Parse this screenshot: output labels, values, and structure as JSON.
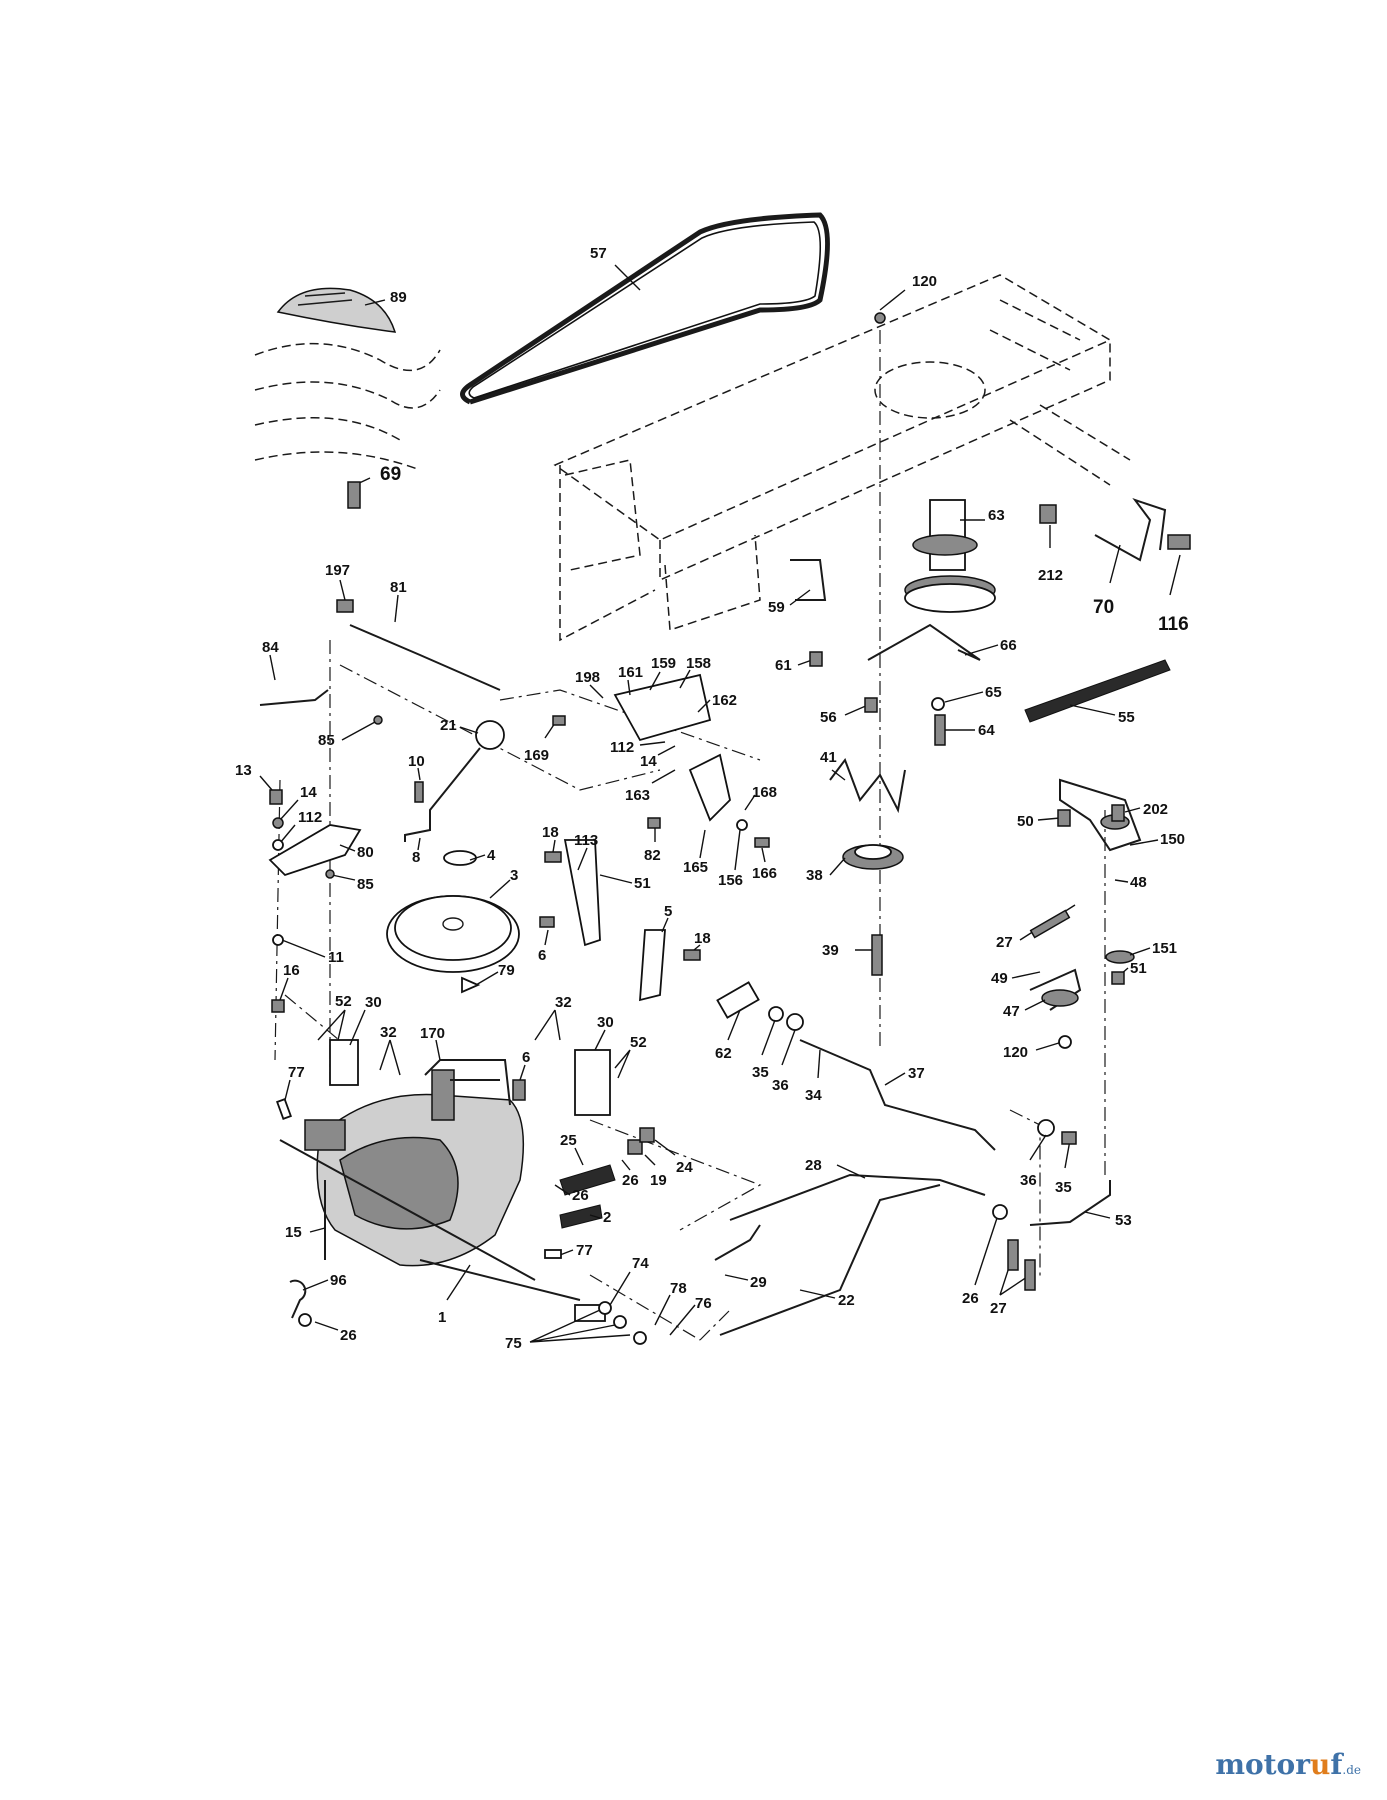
{
  "diagram": {
    "part_labels": [
      "57",
      "120",
      "89",
      "69",
      "63",
      "212",
      "70",
      "116",
      "197",
      "81",
      "59",
      "66",
      "84",
      "61",
      "55",
      "198",
      "161",
      "159",
      "158",
      "56",
      "65",
      "162",
      "21",
      "10",
      "85",
      "64",
      "112",
      "14",
      "169",
      "41",
      "13",
      "14",
      "112",
      "163",
      "168",
      "80",
      "8",
      "18",
      "113",
      "82",
      "165",
      "166",
      "156",
      "50",
      "202",
      "150",
      "85",
      "4",
      "51",
      "5",
      "38",
      "48",
      "3",
      "27",
      "18",
      "11",
      "39",
      "151",
      "49",
      "6",
      "51",
      "79",
      "16",
      "52",
      "30",
      "32",
      "32",
      "30",
      "6",
      "62",
      "47",
      "120",
      "170",
      "52",
      "35",
      "36",
      "34",
      "37",
      "77",
      "25",
      "26",
      "19",
      "24",
      "36",
      "35",
      "28",
      "53",
      "26",
      "15",
      "2",
      "77",
      "29",
      "22",
      "26",
      "27",
      "96",
      "74",
      "78",
      "76",
      "1",
      "26",
      "75"
    ],
    "large_labels": [
      "69",
      "70",
      "116"
    ]
  },
  "watermark": {
    "brand_main": "motor",
    "brand_o": "u",
    "brand_rest": "f",
    "brand_tld": ".de"
  }
}
